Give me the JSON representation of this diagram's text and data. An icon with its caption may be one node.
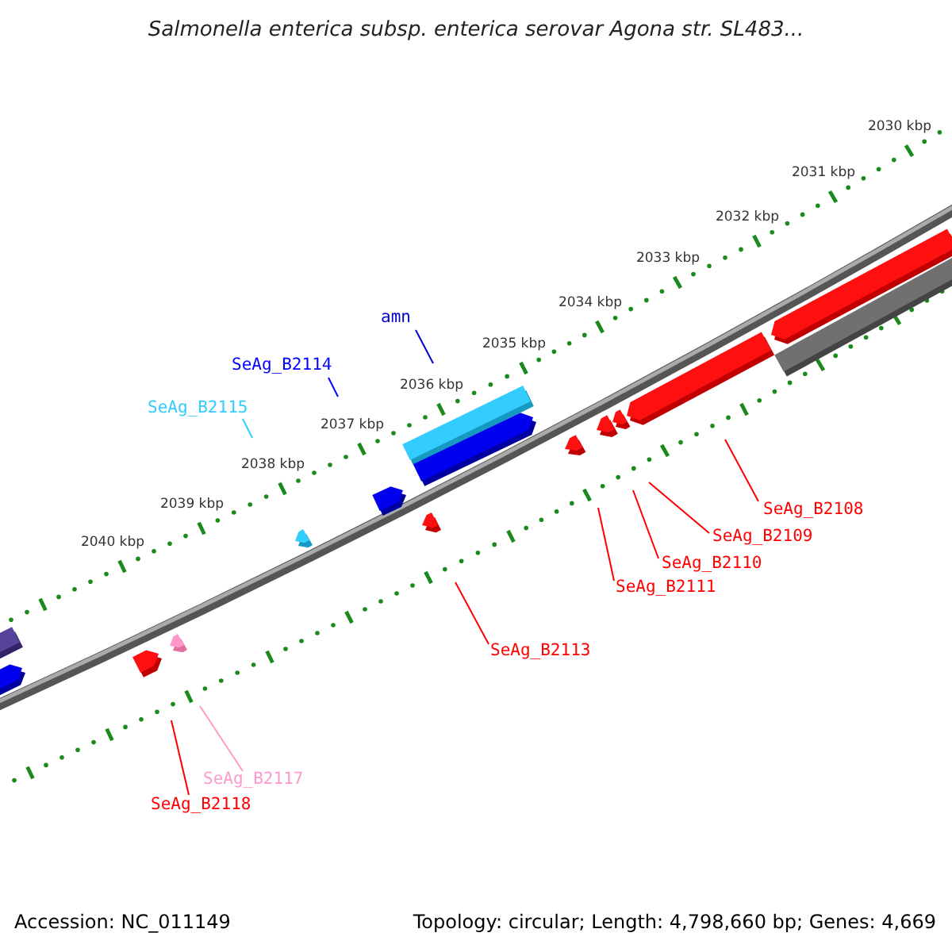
{
  "diagram": {
    "title": "Salmonella enterica subsp. enterica serovar Agona str. SL483...",
    "nodes": [
      {
        "text": [
          "amn"
        ]
      },
      {
        "text": [
          "SeAg_B2114"
        ]
      },
      {
        "text": [
          "SeAg_B2115"
        ]
      },
      {
        "text": [
          "SeAg_B2108"
        ]
      },
      {
        "text": [
          "SeAg_B2109"
        ]
      },
      {
        "text": [
          "SeAg_B2110"
        ]
      },
      {
        "text": [
          "SeAg_B2111"
        ]
      },
      {
        "text": [
          "SeAg_B2113"
        ]
      },
      {
        "text": [
          "SeAg_B2117"
        ]
      },
      {
        "text": [
          "SeAg_B2118"
        ]
      }
    ],
    "edges": [
      {
        "from": 0,
        "to": null,
        "arrow": "none",
        "color": "#0000cc"
      },
      {
        "from": 1,
        "to": null,
        "arrow": "none",
        "color": "#0000ff"
      },
      {
        "from": 2,
        "to": null,
        "arrow": "none",
        "color": "#33ccff"
      },
      {
        "from": 3,
        "to": null,
        "arrow": "none"
      },
      {
        "from": 4,
        "to": null,
        "arrow": "none"
      },
      {
        "from": 5,
        "to": null,
        "arrow": "none"
      },
      {
        "from": 6,
        "to": null,
        "arrow": "none"
      },
      {
        "from": 7,
        "to": null,
        "arrow": "none"
      },
      {
        "from": 8,
        "to": null,
        "arrow": "none",
        "color": "#ff99cc"
      },
      {
        "from": 9,
        "to": null,
        "arrow": "none"
      }
    ],
    "labels": [
      "2030 kbp",
      "2031 kbp",
      "2032 kbp",
      "2033 kbp",
      "2034 kbp",
      "2035 kbp",
      "2036 kbp",
      "2037 kbp",
      "2038 kbp",
      "2039 kbp",
      "2040 kbp",
      "Accession: NC_011149",
      "Topology: circular; Length: 4,798,660 bp; Genes: 4,669"
    ]
  }
}
